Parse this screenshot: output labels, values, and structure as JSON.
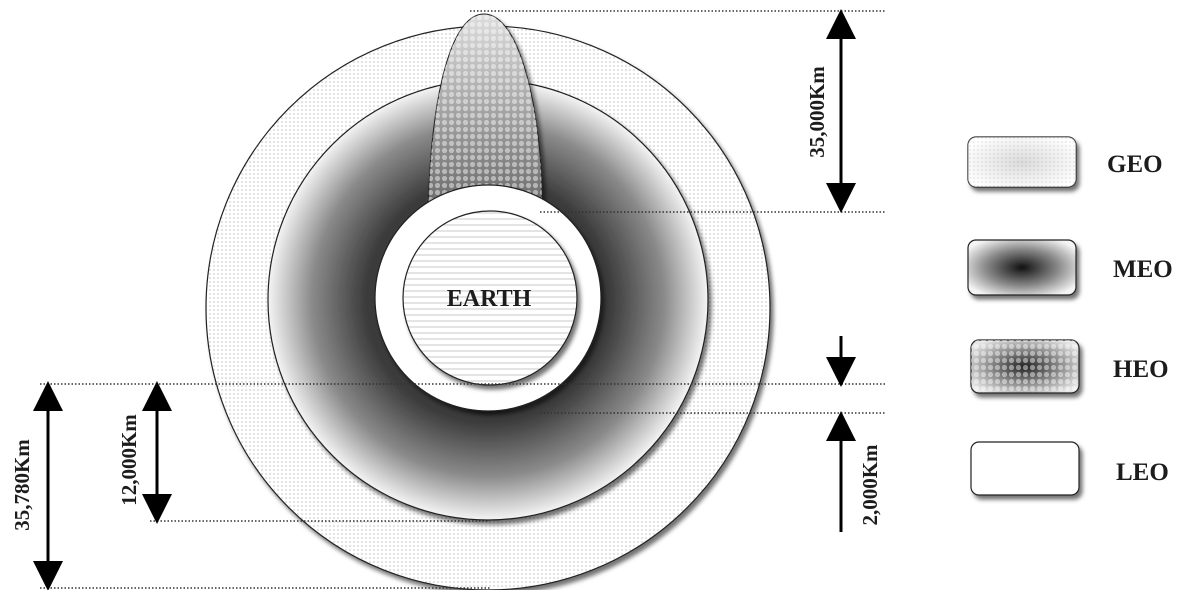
{
  "diagram": {
    "earth_label": "EARTH",
    "distances": {
      "geo_heo": "35,000Km",
      "geo_total": "35,780Km",
      "meo": "12,000Km",
      "leo": "2,000Km"
    },
    "legend": [
      {
        "key": "geo",
        "label": "GEO"
      },
      {
        "key": "meo",
        "label": "MEO"
      },
      {
        "key": "heo",
        "label": "HEO"
      },
      {
        "key": "leo",
        "label": "LEO"
      }
    ]
  }
}
